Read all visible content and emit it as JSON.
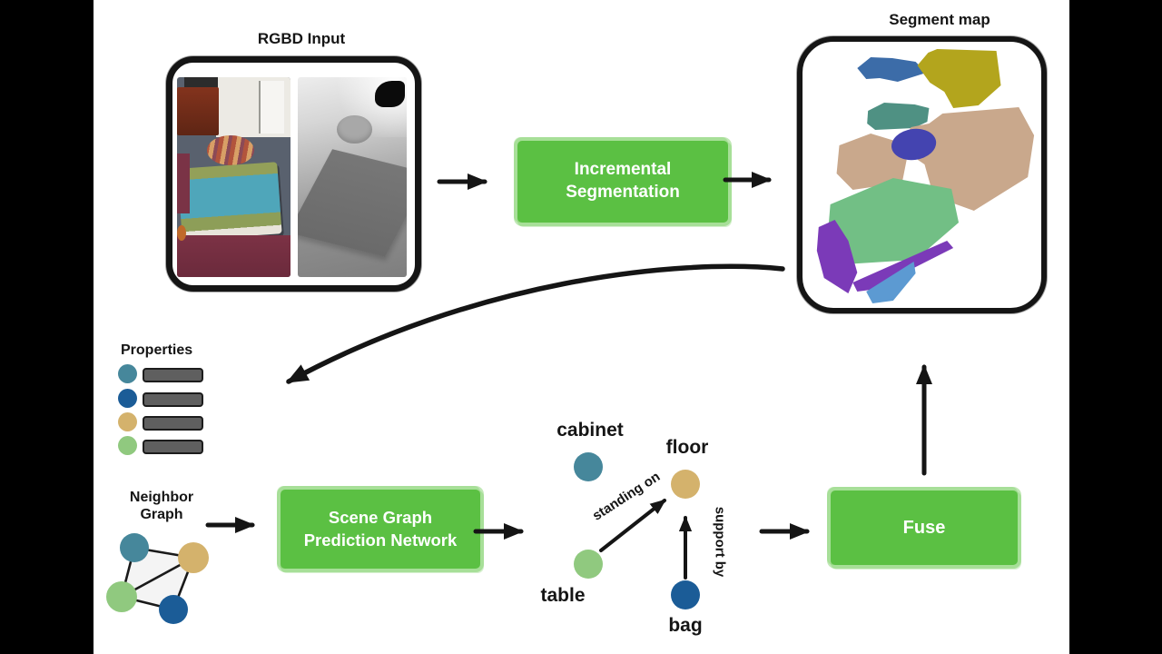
{
  "colors": {
    "ink": "#151515",
    "accent_green": "#5bc043",
    "palette_teal": "#46879b",
    "palette_blue": "#1b5c97",
    "palette_tan": "#d4b26c",
    "palette_green": "#90c97f"
  },
  "rgbd": {
    "label": "RGBD Input"
  },
  "pipeline": {
    "incremental_label": "Incremental Segmentation",
    "sgpn_label": "Scene Graph Prediction Network",
    "fuse_label": "Fuse"
  },
  "segment_map": {
    "label": "Segment map",
    "segment_colors": [
      "#3c6ca8",
      "#b3a51d",
      "#4f9183",
      "#c9a88c",
      "#c9a88c",
      "#4444b0",
      "#72bf85",
      "#7b3ab8",
      "#7b3ab8",
      "#5c9ad2"
    ]
  },
  "properties": {
    "label": "Properties",
    "item_colors": [
      "#46879b",
      "#1b5c97",
      "#d4b26c",
      "#90c97f"
    ],
    "bar_color": "#5f5f5f"
  },
  "neighbor_graph": {
    "label": "Neighbor Graph",
    "node_colors": [
      "#46879b",
      "#d4b26c",
      "#90c97f",
      "#1b5c97"
    ]
  },
  "scene_graph": {
    "nodes": [
      {
        "label": "cabinet",
        "color": "#46879b"
      },
      {
        "label": "floor",
        "color": "#d4b26c"
      },
      {
        "label": "table",
        "color": "#90c97f"
      },
      {
        "label": "bag",
        "color": "#1b5c97"
      }
    ],
    "edges": [
      {
        "from": "table",
        "to": "floor",
        "label": "standing on"
      },
      {
        "from": "bag",
        "to": "floor",
        "label": "support by"
      }
    ]
  }
}
